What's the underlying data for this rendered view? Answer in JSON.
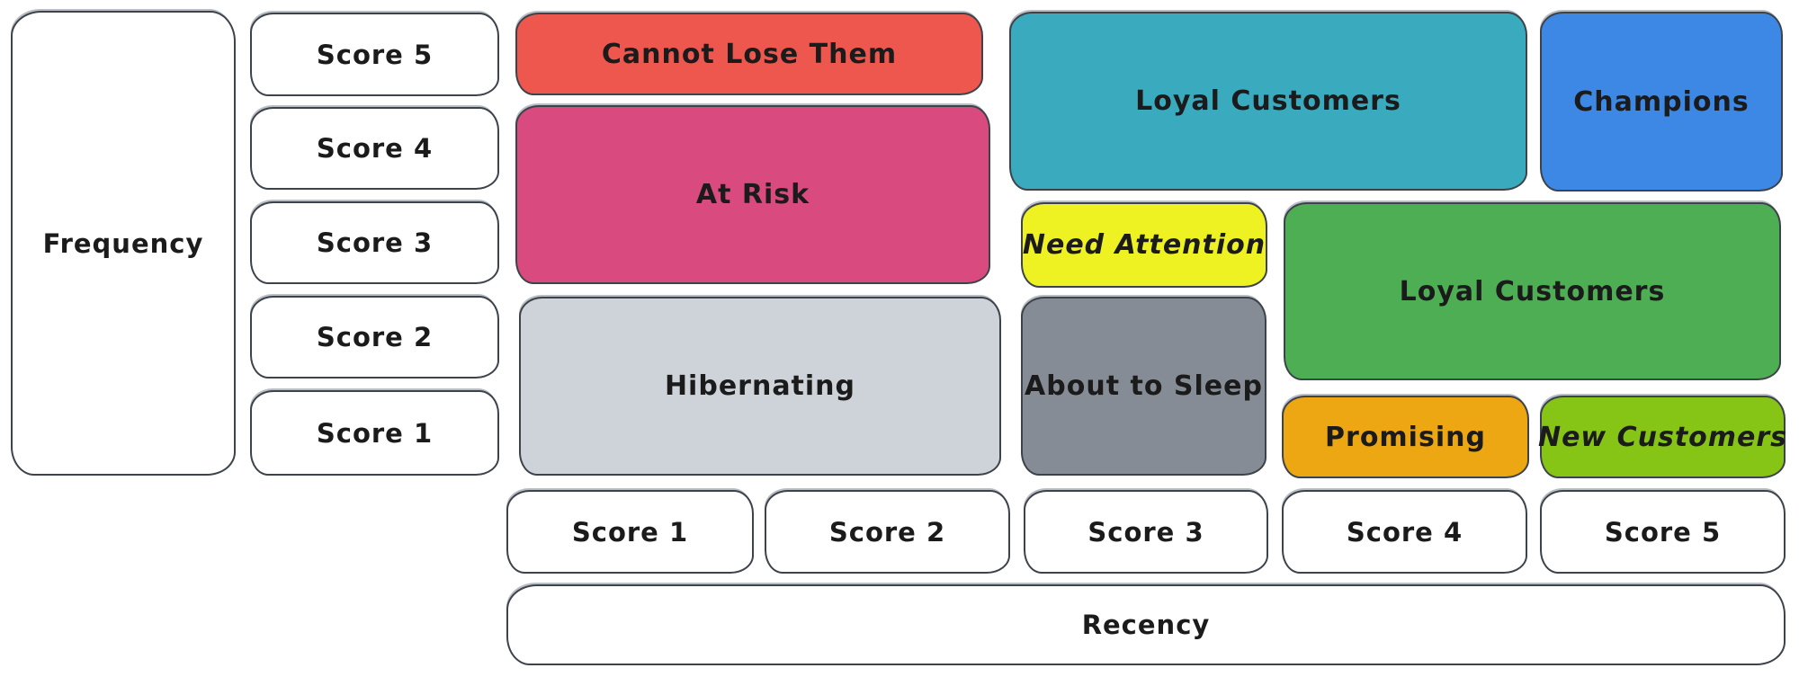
{
  "axes": {
    "frequency": {
      "label": "Frequency",
      "scores": [
        "Score 5",
        "Score 4",
        "Score 3",
        "Score 2",
        "Score 1"
      ]
    },
    "recency": {
      "label": "Recency",
      "scores": [
        "Score 1",
        "Score 2",
        "Score 3",
        "Score 4",
        "Score 5"
      ]
    }
  },
  "segments": {
    "cannot_lose_them": {
      "label": "Cannot Lose Them",
      "color": "#ee574e"
    },
    "at_risk": {
      "label": "At Risk",
      "color": "#d94a7e"
    },
    "hibernating": {
      "label": "Hibernating",
      "color": "#ced3d9"
    },
    "loyal_customers_top": {
      "label": "Loyal Customers",
      "color": "#3aabbf"
    },
    "champions": {
      "label": "Champions",
      "color": "#3d88e4"
    },
    "need_attention": {
      "label": "Need Attention",
      "color": "#eef223"
    },
    "about_to_sleep": {
      "label": "About to Sleep",
      "color": "#858c95"
    },
    "loyal_customers_right": {
      "label": "Loyal Customers",
      "color": "#4eae53"
    },
    "promising": {
      "label": "Promising",
      "color": "#eca713"
    },
    "new_customers": {
      "label": "New Customers",
      "color": "#86c515"
    }
  },
  "styles": {
    "stroke": "#3d434a",
    "text": "#1b1b1b",
    "background": "#ffffff"
  }
}
